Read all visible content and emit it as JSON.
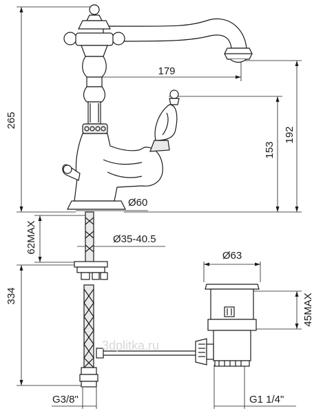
{
  "dimensions": {
    "total_height": "265",
    "spout_reach": "179",
    "handle_height_153": "153",
    "handle_height_192": "192",
    "base_diameter": "Ø60",
    "shank_max": "62MAX",
    "hole_diameter": "Ø35-40.5",
    "hose_length": "334",
    "thread_hose": "G3/8\"",
    "waste_diameter": "Ø63",
    "waste_height_max": "45MAX",
    "waste_thread": "G1 1/4\""
  },
  "watermark": "3dplitka.ru"
}
